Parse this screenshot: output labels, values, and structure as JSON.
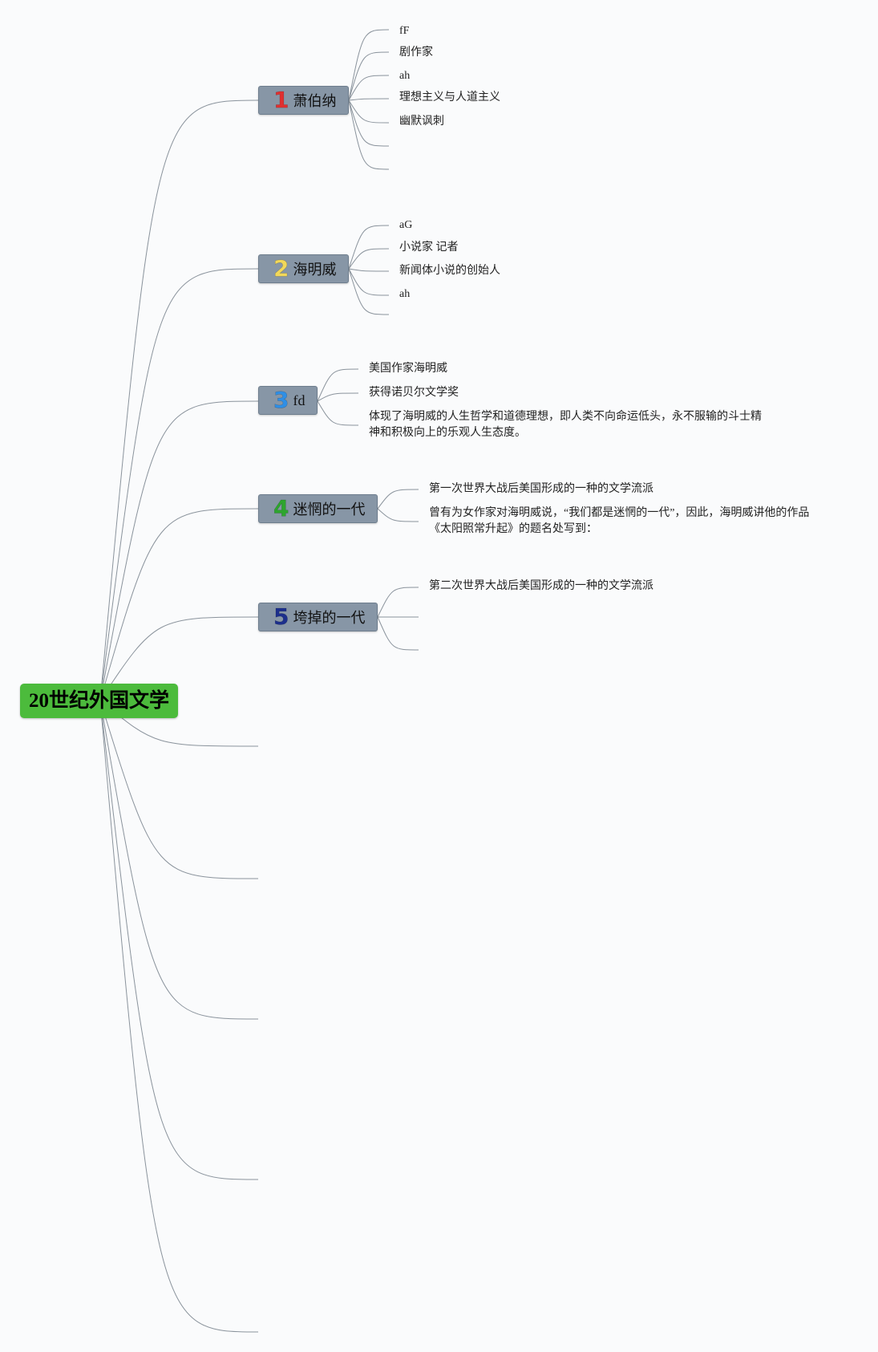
{
  "root": {
    "label": "20世纪外国文学"
  },
  "branches": [
    {
      "number": "1",
      "number_color": "#e03030",
      "label": "萧伯纳",
      "leaves": [
        "fF",
        "剧作家",
        "ah",
        "理想主义与人道主义",
        "幽默讽刺"
      ]
    },
    {
      "number": "2",
      "number_color": "#f2d85a",
      "label": "海明威",
      "leaves": [
        "aG",
        "小说家 记者",
        "新闻体小说的创始人",
        "ah"
      ]
    },
    {
      "number": "3",
      "number_color": "#2f8fe6",
      "label": "fd",
      "leaves": [
        "美国作家海明威",
        "获得诺贝尔文学奖",
        "体现了海明威的人生哲学和道德理想，即人类不向命运低头，永不服输的斗士精神和积极向上的乐观人生态度。"
      ]
    },
    {
      "number": "4",
      "number_color": "#2ea52e",
      "label": "迷惘的一代",
      "leaves": [
        "第一次世界大战后美国形成的一种的文学流派",
        "曾有为女作家对海明威说，“我们都是迷惘的一代”，因此，海明威讲他的作品《太阳照常升起》的题名处写到："
      ]
    },
    {
      "number": "5",
      "number_color": "#1c2f8c",
      "label": "垮掉的一代",
      "leaves": [
        "第二次世界大战后美国形成的一种的文学流派"
      ]
    }
  ],
  "colors": {
    "edge": "#8a939c",
    "root_fill": "#4cbb3c",
    "branch_fill": "#8796a6"
  }
}
